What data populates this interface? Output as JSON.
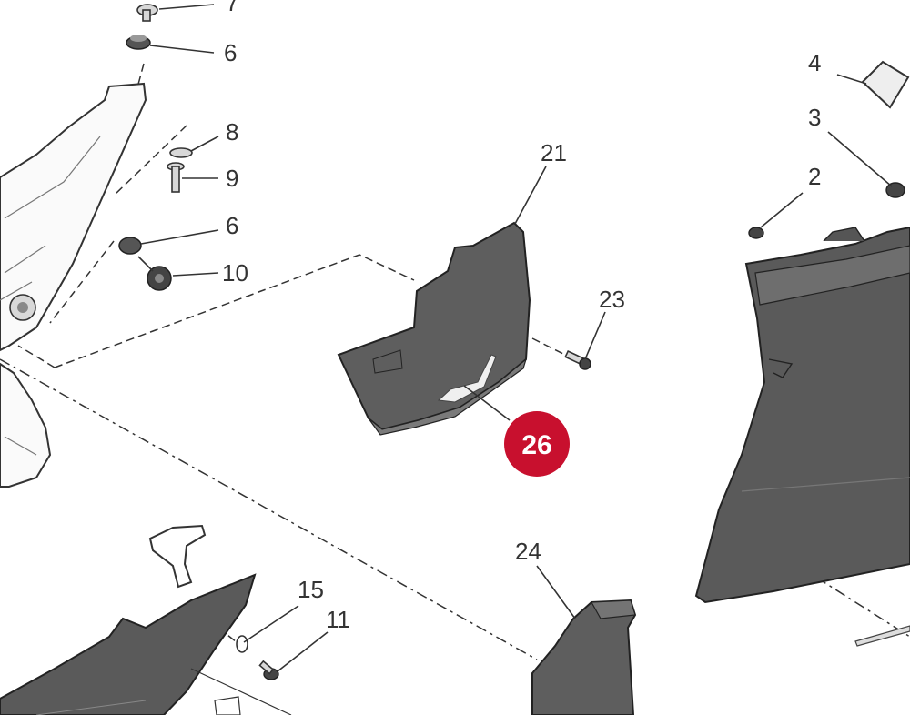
{
  "colors": {
    "panel_dark": "#5b5b5b",
    "panel_mid": "#6e6e6e",
    "highlight_badge": "#c8102e",
    "line": "#333333"
  },
  "callouts": {
    "p7": "7",
    "p6a": "6",
    "p8": "8",
    "p9": "9",
    "p6b": "6",
    "p10": "10",
    "p4": "4",
    "p3": "3",
    "p2": "2",
    "p21": "21",
    "p23": "23",
    "p24": "24",
    "p15": "15",
    "p11": "11"
  },
  "highlight": {
    "label": "26"
  }
}
